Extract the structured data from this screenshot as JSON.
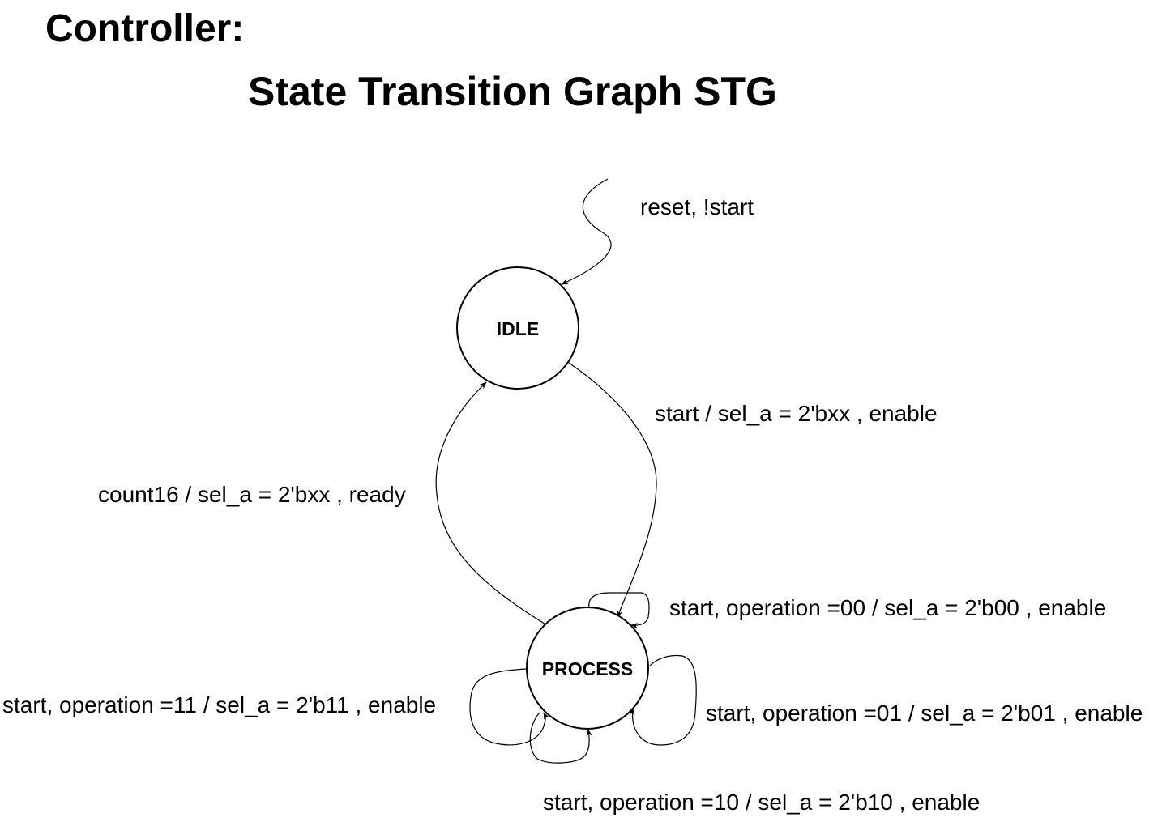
{
  "page": {
    "title": "Controller:",
    "diagram_title": "State Transition Graph STG"
  },
  "states": {
    "idle": "IDLE",
    "process": "PROCESS"
  },
  "transitions": {
    "reset": "reset, !start",
    "idle_to_process": "start / sel_a = 2'bxx , enable",
    "process_to_idle": "count16 / sel_a = 2'bxx , ready",
    "self_00": "start, operation =00 / sel_a = 2'b00 , enable",
    "self_01": "start, operation =01 / sel_a = 2'b01 , enable",
    "self_10": "start, operation =10 / sel_a = 2'b10 , enable",
    "self_11": "start, operation =11 / sel_a = 2'b11 , enable"
  },
  "colors": {
    "stroke": "#000000",
    "background": "#ffffff"
  }
}
